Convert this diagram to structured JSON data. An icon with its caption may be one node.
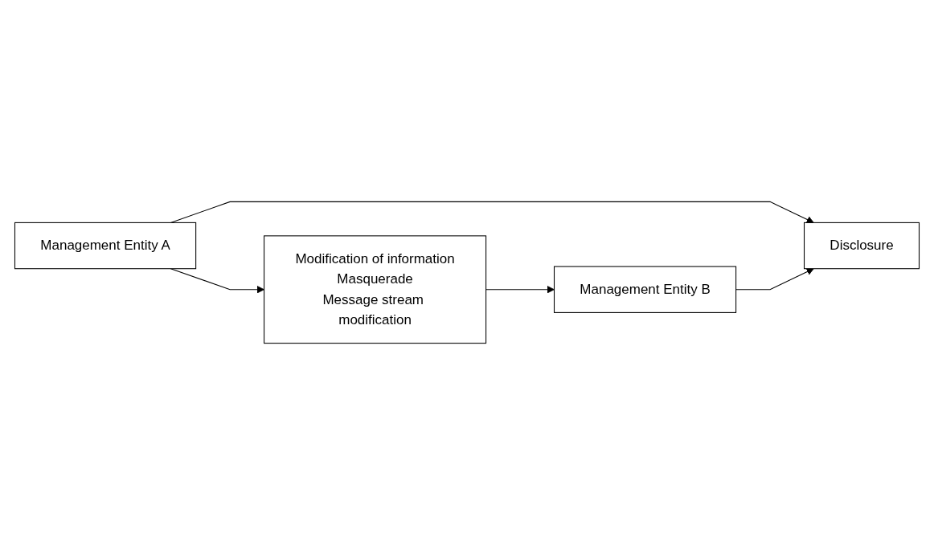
{
  "diagram": {
    "nodes": [
      {
        "text": [
          "Modification of information",
          "Masquerade",
          "Message stream modification"
        ]
      },
      {
        "text": [
          "Management Entity A"
        ]
      },
      {
        "text": [
          "Management Entity B"
        ]
      },
      {
        "text": [
          "Disclosure"
        ]
      }
    ],
    "edges": [
      {
        "from": 1,
        "to": 0,
        "arrow": "to"
      },
      {
        "from": 0,
        "to": 2,
        "arrow": "to"
      },
      {
        "from": 1,
        "to": 3,
        "arrow": "to"
      },
      {
        "from": 2,
        "to": 3,
        "arrow": "to"
      }
    ]
  }
}
